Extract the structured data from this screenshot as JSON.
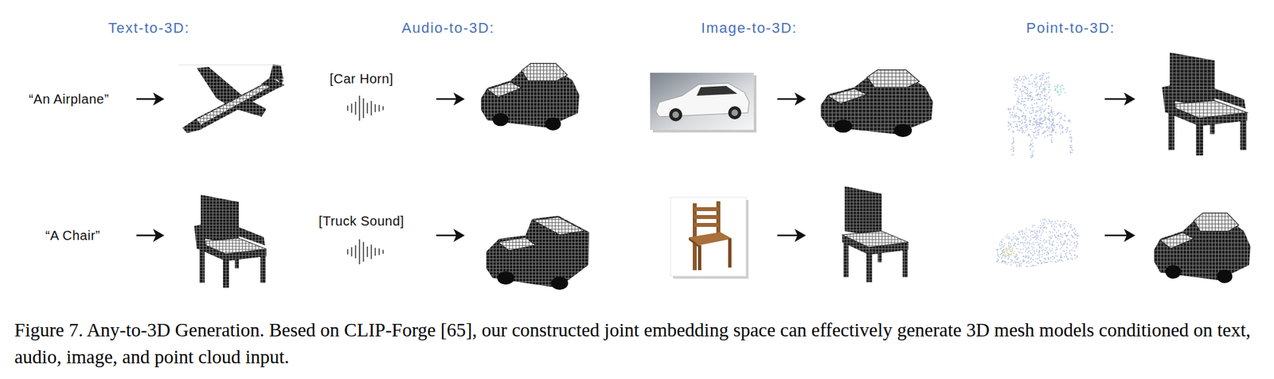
{
  "diagram": {
    "caption": "Figure 7. Any-to-3D Generation. Besed on CLIP-Forge [65], our constructed joint embedding space can effectively generate 3D mesh models conditioned on text, audio, image, and point cloud input.",
    "labels": [
      "Text-to-3D:",
      "Audio-to-3D:",
      "Image-to-3D:",
      "Point-to-3D:",
      "“An Airplane”",
      "[Car Horn]",
      "“A Chair”",
      "[Truck Sound]"
    ]
  }
}
